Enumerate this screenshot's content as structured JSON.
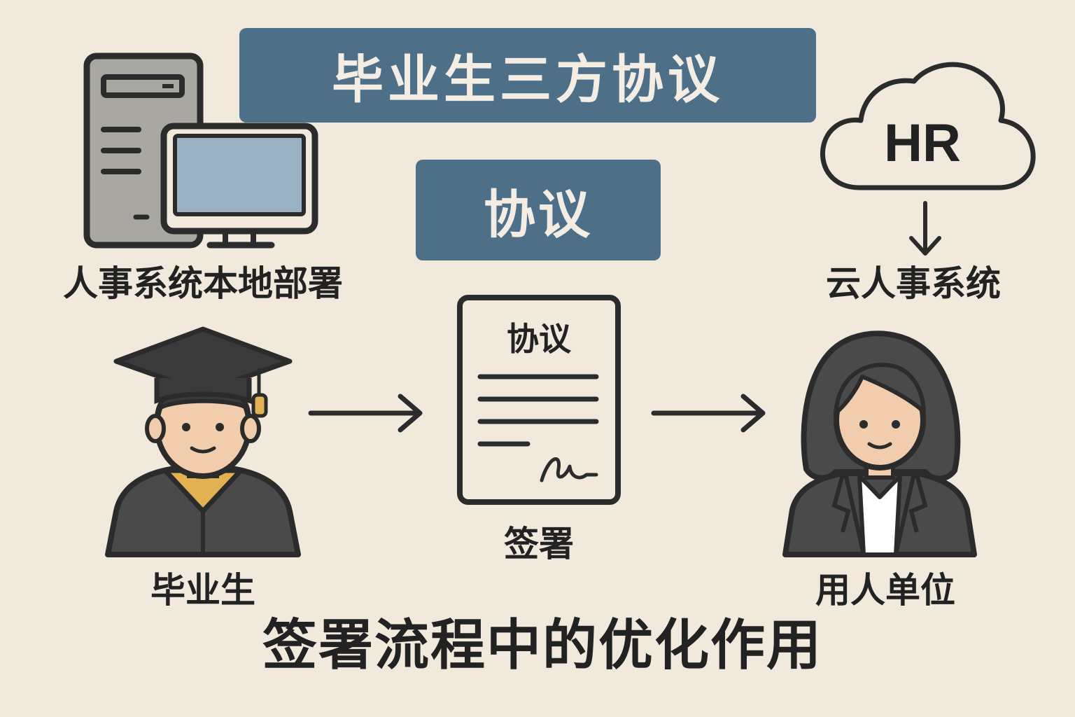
{
  "title": "毕业生三方协议",
  "subtitle": "协议",
  "nodes": {
    "local_system": {
      "label": "人事系统本地部署",
      "icon": "server-computer-icon"
    },
    "cloud_system": {
      "label": "云人事系统",
      "icon": "cloud-icon",
      "cloud_text": "HR"
    },
    "graduate": {
      "label": "毕业生",
      "icon": "graduate-icon"
    },
    "document": {
      "label": "签署",
      "icon": "document-icon",
      "doc_title": "协议"
    },
    "employer": {
      "label": "用人单位",
      "icon": "employer-icon"
    }
  },
  "footer": "签署流程中的优化作用",
  "colors": {
    "background": "#f2e9dd",
    "banner": "#4e6f88",
    "banner_text": "#f4ede3",
    "outline": "#2b2b2b",
    "screen": "#9bb2c4",
    "skin": "#f1cdae",
    "gown": "#4a4a4a",
    "collar": "#e2b252",
    "server": "#a9a7a1"
  }
}
